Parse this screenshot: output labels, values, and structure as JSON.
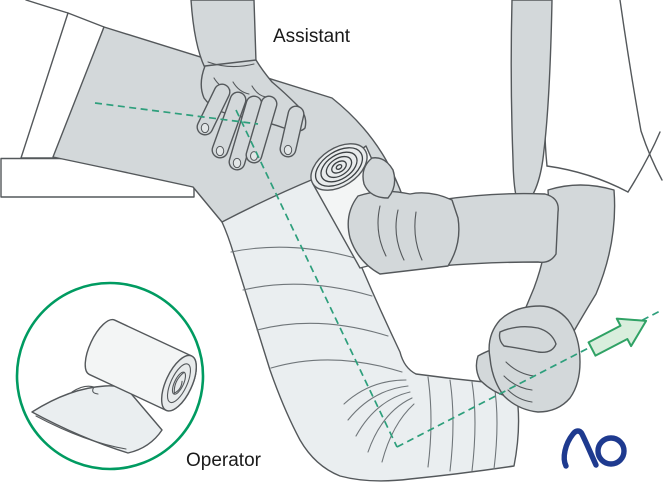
{
  "labels": {
    "assistant": "Assistant",
    "operator": "Operator"
  },
  "logo": {
    "text": "AO"
  },
  "inset": {
    "icon": "bandage-roll-icon"
  },
  "arrow": {
    "icon": "traction-arrow-icon",
    "direction": "up-right"
  },
  "axis_lines": {
    "icon": "dashed-axis-lines",
    "count": 3
  },
  "colors": {
    "text": "#1a1a1a",
    "outline": "#54585b",
    "skin": "#d3d8da",
    "cast": "#eaeef0",
    "roll": "#f3f5f5",
    "band": "#70767a",
    "dash-green": "#2e9f7c",
    "circle-green": "#009b61",
    "arrow-fill": "#d9eedd",
    "arrow-stroke": "#30a265",
    "logo-blue": "#1e3a8f"
  }
}
